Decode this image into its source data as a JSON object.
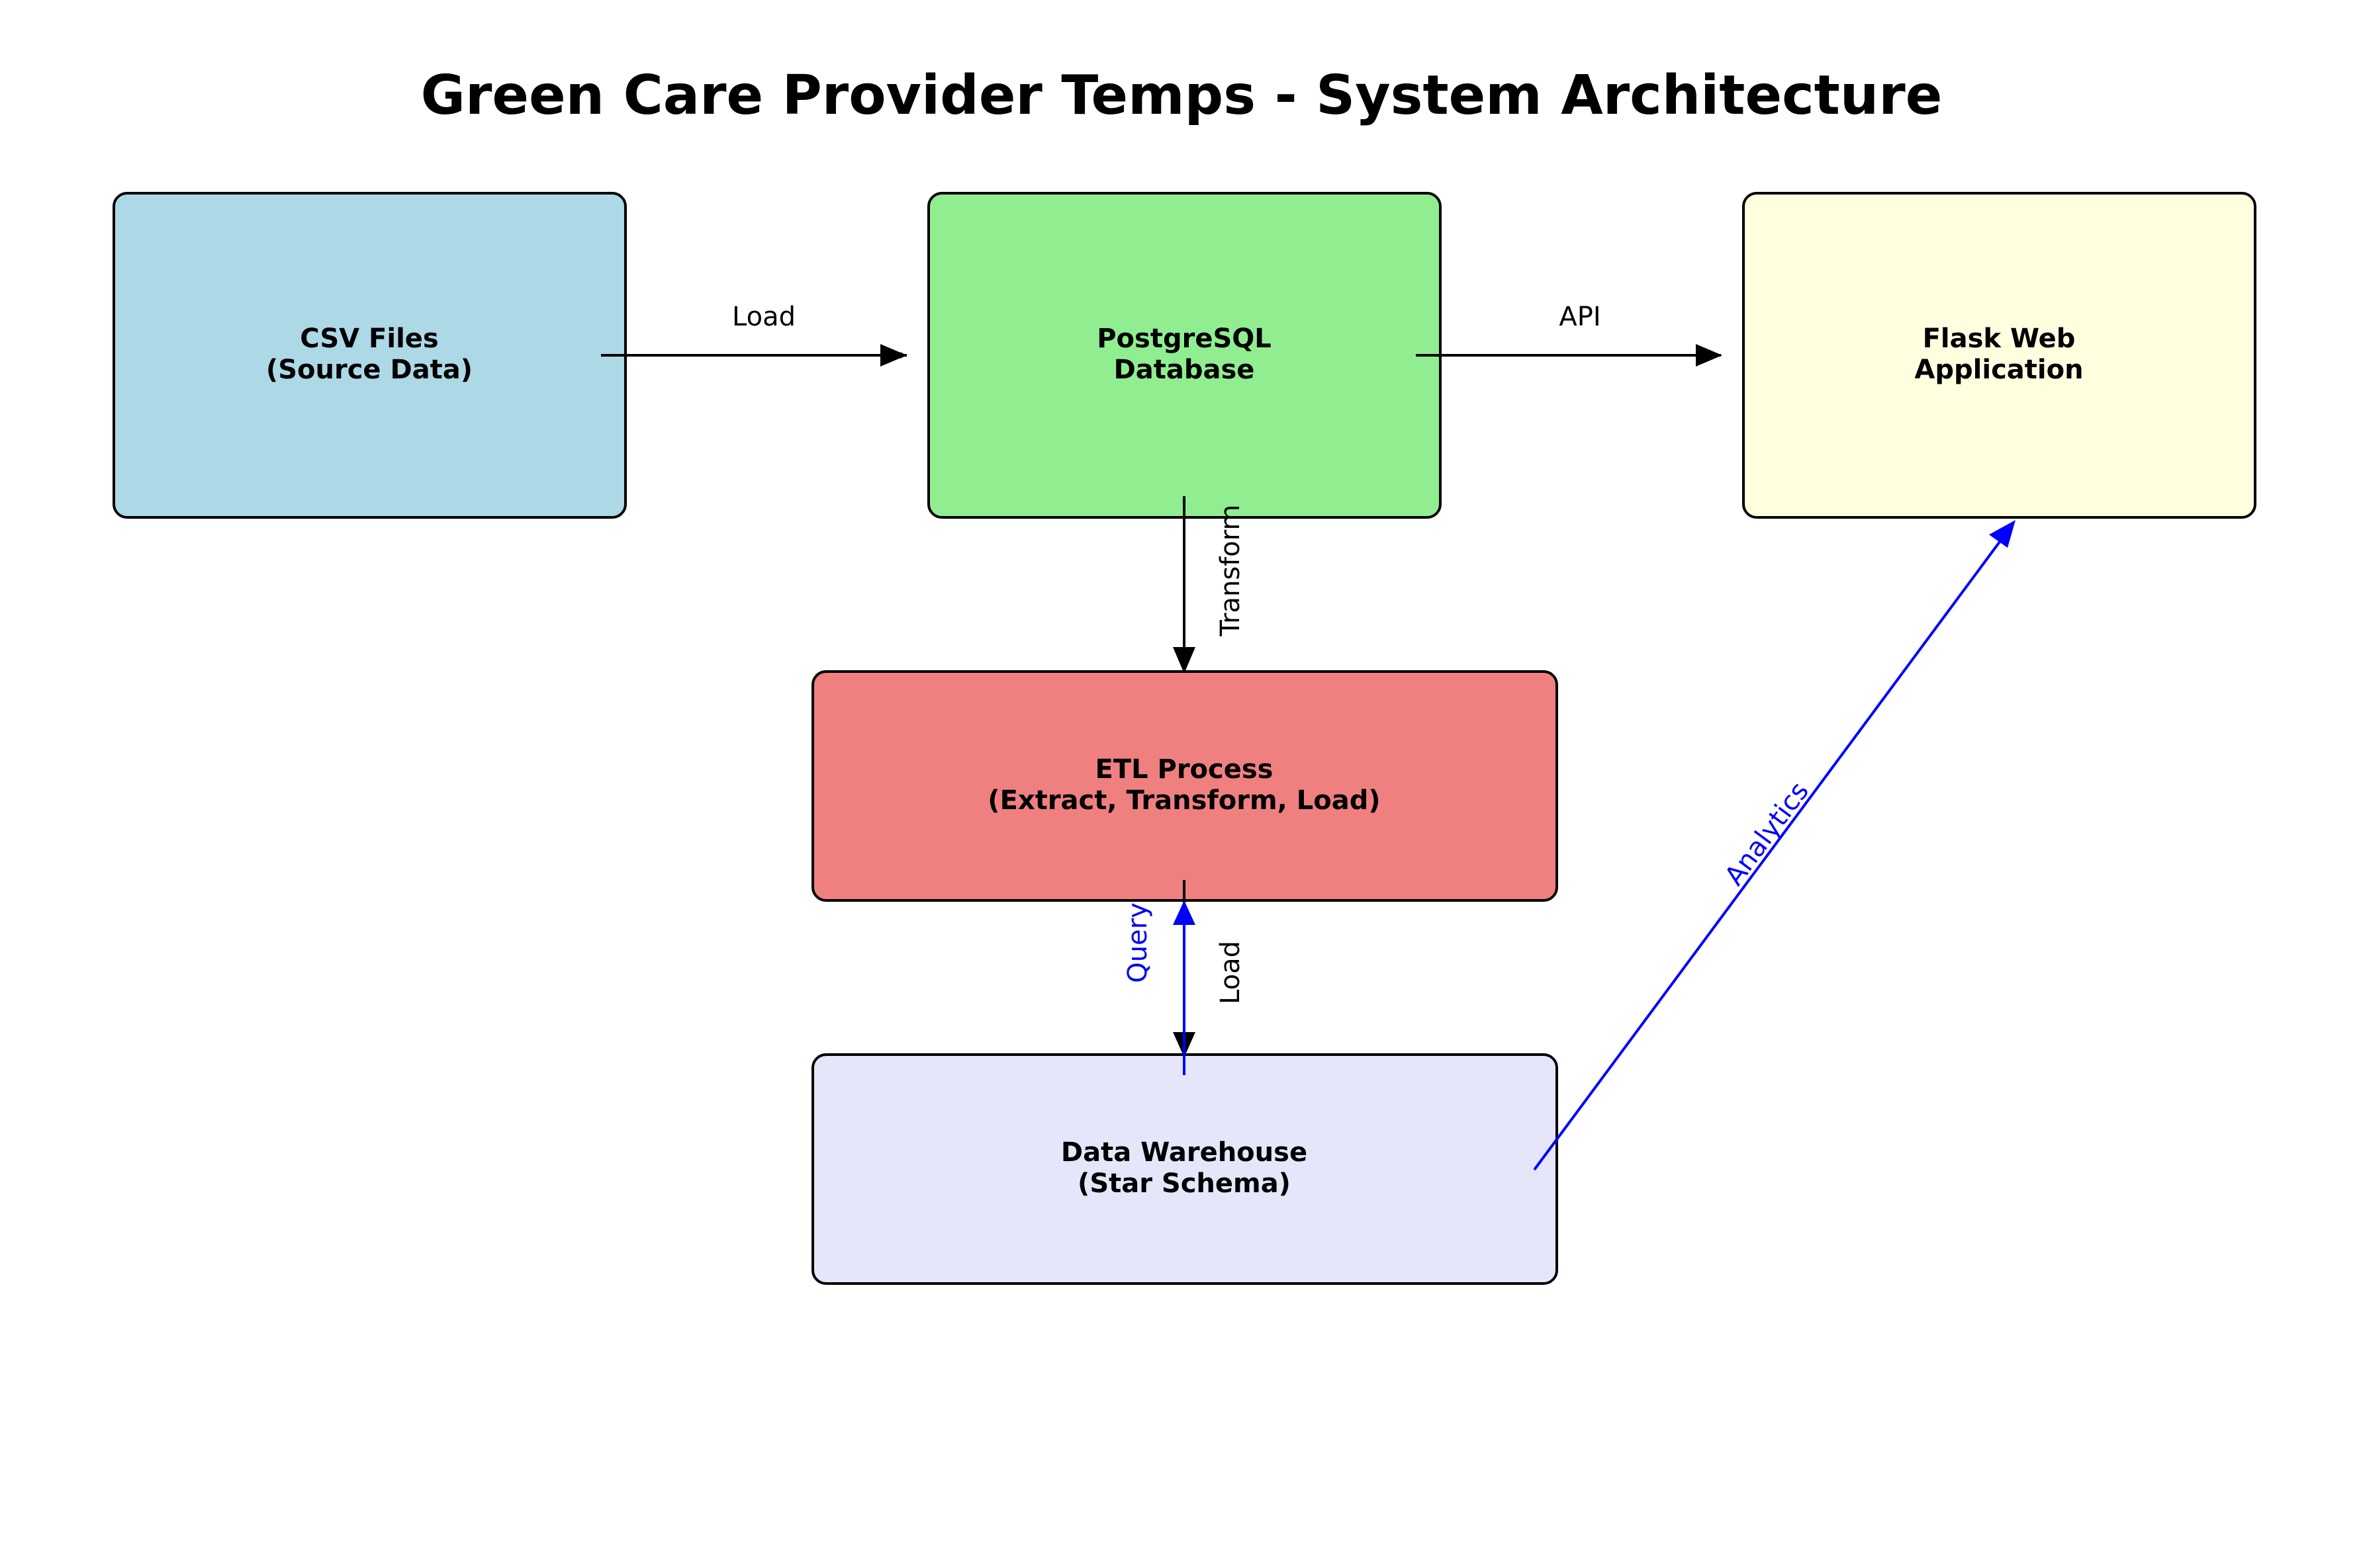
{
  "title": "Green Care Provider Temps - System Architecture",
  "colors": {
    "csv": "#add8e6",
    "postgres": "#90ee90",
    "flask": "#ffffe0",
    "etl": "#f08080",
    "warehouse": "#e6e6fa",
    "edge_default": "#000000",
    "edge_blue": "#0000ff"
  },
  "nodes": {
    "csv": {
      "line1": "CSV Files",
      "line2": "(Source Data)"
    },
    "postgres": {
      "line1": "PostgreSQL",
      "line2": "Database"
    },
    "flask": {
      "line1": "Flask Web",
      "line2": "Application"
    },
    "etl": {
      "line1": "ETL Process",
      "line2": "(Extract, Transform, Load)"
    },
    "warehouse": {
      "line1": "Data Warehouse",
      "line2": "(Star Schema)"
    }
  },
  "edges": {
    "csv_to_postgres": "Load",
    "postgres_to_flask": "API",
    "postgres_to_etl": "Transform",
    "etl_to_warehouse": "Load",
    "warehouse_to_etl": "Query",
    "warehouse_to_flask": "Analytics"
  }
}
